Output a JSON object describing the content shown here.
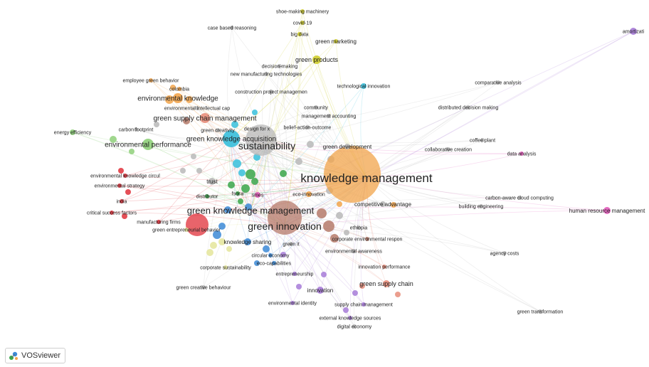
{
  "logo": {
    "label": "VOSviewer"
  },
  "colors": {
    "cluster_orange": "#f2a44b",
    "cluster_grey": "#b8b8b8",
    "cluster_red": "#e0303a",
    "cluster_green": "#3aa64a",
    "cluster_lightgreen": "#8fd07a",
    "cluster_blue": "#3c8ad6",
    "cluster_cyan": "#37bfdc",
    "cluster_yellow": "#cfcd2a",
    "cluster_paleyellow": "#e4e59a",
    "cluster_purple": "#a77bd8",
    "cluster_pink": "#e05ab9",
    "cluster_brown": "#b57a6a",
    "cluster_salmon": "#e88d7a"
  },
  "terms": [
    {
      "label": "knowledge management",
      "cluster": "orange",
      "weight": 10
    },
    {
      "label": "green innovation",
      "cluster": "brown",
      "weight": 6
    },
    {
      "label": "green knowledge management",
      "cluster": "red",
      "weight": 5
    },
    {
      "label": "sustainability",
      "cluster": "grey",
      "weight": 5
    },
    {
      "label": "green knowledge acquisition",
      "cluster": "cyan",
      "weight": 3
    },
    {
      "label": "environmental performance",
      "cluster": "lightgreen",
      "weight": 3
    },
    {
      "label": "environmental knowledge",
      "cluster": "orange",
      "weight": 3
    },
    {
      "label": "green supply chain management",
      "cluster": "salmon",
      "weight": 3
    },
    {
      "label": "green products",
      "cluster": "yellow",
      "weight": 3
    },
    {
      "label": "green supply chain",
      "cluster": "salmon",
      "weight": 2
    },
    {
      "label": "knowledge sharing",
      "cluster": "blue",
      "weight": 2
    },
    {
      "label": "innovation",
      "cluster": "purple",
      "weight": 2
    },
    {
      "label": "trust",
      "cluster": "grey",
      "weight": 2
    },
    {
      "label": "human resource management",
      "cluster": "pink",
      "weight": 2
    },
    {
      "label": "competitive advantage",
      "cluster": "grey",
      "weight": 2
    },
    {
      "label": "green development",
      "cluster": "grey",
      "weight": 2
    },
    {
      "label": "eco-innovation",
      "cluster": "orange",
      "weight": 1
    },
    {
      "label": "smes",
      "cluster": "pink",
      "weight": 1
    },
    {
      "label": "fsqca",
      "cluster": "green",
      "weight": 1
    },
    {
      "label": "distributor",
      "cluster": "green",
      "weight": 1
    },
    {
      "label": "circular economy",
      "cluster": "blue",
      "weight": 1
    },
    {
      "label": "eco-capabilities",
      "cluster": "blue",
      "weight": 1
    },
    {
      "label": "corporate sustainability",
      "cluster": "paleyellow",
      "weight": 1
    },
    {
      "label": "entrepreneurship",
      "cluster": "purple",
      "weight": 1
    },
    {
      "label": "environmental identity",
      "cluster": "purple",
      "weight": 1
    },
    {
      "label": "supply chain management",
      "cluster": "purple",
      "weight": 1
    },
    {
      "label": "external knowledge sources",
      "cluster": "purple",
      "weight": 1
    },
    {
      "label": "digital economy",
      "cluster": "grey",
      "weight": 1
    },
    {
      "label": "green creative behaviour",
      "cluster": "grey",
      "weight": 1
    },
    {
      "label": "green entrepreneurial behavior",
      "cluster": "paleyellow",
      "weight": 1
    },
    {
      "label": "manufacturing firms",
      "cluster": "red",
      "weight": 1
    },
    {
      "label": "critical success factors",
      "cluster": "red",
      "weight": 1
    },
    {
      "label": "india",
      "cluster": "red",
      "weight": 1
    },
    {
      "label": "environmental strategy",
      "cluster": "red",
      "weight": 1
    },
    {
      "label": "environmental knowledge circul",
      "cluster": "red",
      "weight": 1
    },
    {
      "label": "energy efficiency",
      "cluster": "lightgreen",
      "weight": 1
    },
    {
      "label": "carbon footprint",
      "cluster": "grey",
      "weight": 1
    },
    {
      "label": "employee green behavior",
      "cluster": "orange",
      "weight": 1
    },
    {
      "label": "colombia",
      "cluster": "orange",
      "weight": 1
    },
    {
      "label": "environmental intellectual cap",
      "cluster": "grey",
      "weight": 1
    },
    {
      "label": "green creativity",
      "cluster": "grey",
      "weight": 1
    },
    {
      "label": "design for x",
      "cluster": "grey",
      "weight": 1
    },
    {
      "label": "belief-action-outcome",
      "cluster": "grey",
      "weight": 1
    },
    {
      "label": "management accounting",
      "cluster": "grey",
      "weight": 1
    },
    {
      "label": "community",
      "cluster": "grey",
      "weight": 1
    },
    {
      "label": "construction project managemen",
      "cluster": "grey",
      "weight": 1
    },
    {
      "label": "new manufacturing technologies",
      "cluster": "grey",
      "weight": 1
    },
    {
      "label": "decision-making",
      "cluster": "grey",
      "weight": 1
    },
    {
      "label": "case based reasoning",
      "cluster": "grey",
      "weight": 1
    },
    {
      "label": "shoe-making machinery",
      "cluster": "yellow",
      "weight": 1
    },
    {
      "label": "covid-19",
      "cluster": "yellow",
      "weight": 1
    },
    {
      "label": "big data",
      "cluster": "yellow",
      "weight": 1
    },
    {
      "label": "green marketing",
      "cluster": "yellow",
      "weight": 1
    },
    {
      "label": "technological innovation",
      "cluster": "cyan",
      "weight": 1
    },
    {
      "label": "comparative analysis",
      "cluster": "grey",
      "weight": 1
    },
    {
      "label": "distributed decision making",
      "cluster": "grey",
      "weight": 1
    },
    {
      "label": "coffee plant",
      "cluster": "grey",
      "weight": 1
    },
    {
      "label": "collaborative creation",
      "cluster": "grey",
      "weight": 1
    },
    {
      "label": "data analysis",
      "cluster": "pink",
      "weight": 1
    },
    {
      "label": "carbon-aware cloud computing",
      "cluster": "grey",
      "weight": 1
    },
    {
      "label": "building engineering",
      "cluster": "grey",
      "weight": 1
    },
    {
      "label": "agency costs",
      "cluster": "grey",
      "weight": 1
    },
    {
      "label": "green transformation",
      "cluster": "grey",
      "weight": 1
    },
    {
      "label": "amortizati",
      "cluster": "purple",
      "weight": 1
    },
    {
      "label": "ethiopia",
      "cluster": "grey",
      "weight": 1
    },
    {
      "label": "corporate environmental respon",
      "cluster": "brown",
      "weight": 1
    },
    {
      "label": "environmental awareness",
      "cluster": "grey",
      "weight": 1
    },
    {
      "label": "innovation performance",
      "cluster": "salmon",
      "weight": 1
    },
    {
      "label": "green it",
      "cluster": "grey",
      "weight": 1
    }
  ]
}
